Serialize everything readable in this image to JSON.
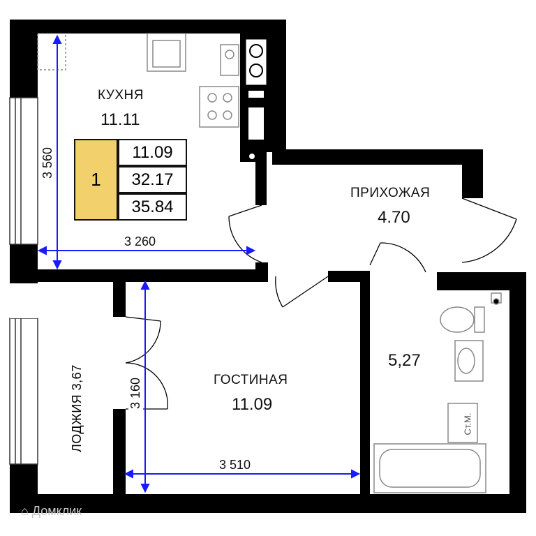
{
  "rooms": {
    "kitchen": {
      "name": "КУХНЯ",
      "area": "11.11"
    },
    "hall": {
      "name": "ПРИХОЖАЯ",
      "area": "4.70"
    },
    "living": {
      "name": "ГОСТИНАЯ",
      "area": "11.09"
    },
    "loggia": {
      "name": "ЛОДЖИЯ 3,67"
    },
    "bathroom": {
      "area": "5,27"
    }
  },
  "apartment": {
    "rooms_count": "1",
    "living_area": "11.09",
    "total_area": "32.17",
    "full_area": "35.84",
    "highlight_color": "#f2d06b"
  },
  "dimensions": {
    "kitchen_width": "3 260",
    "kitchen_length": "3 560",
    "living_width": "3 510",
    "living_length": "3 160"
  },
  "fixtures": {
    "washer_label": "Ст.М."
  },
  "watermark": "Домклик",
  "colors": {
    "wall": "#000000",
    "dimension_line": "#1a1aff",
    "apartment_badge": "#f2d06b"
  }
}
